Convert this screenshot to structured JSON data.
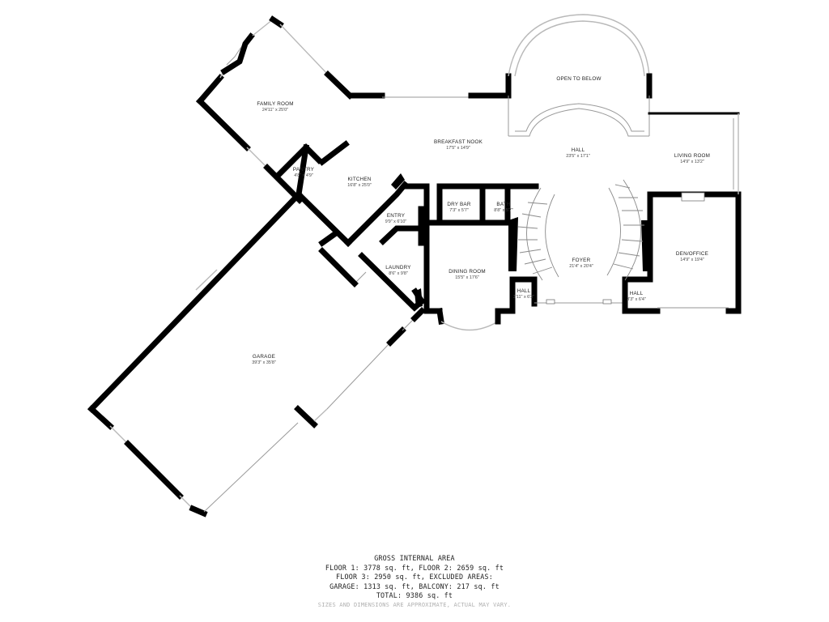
{
  "rooms": {
    "family_room": {
      "name": "FAMILY ROOM",
      "dims": "24'11\" x 25'0\""
    },
    "breakfast_nook": {
      "name": "BREAKFAST NOOK",
      "dims": "17'5\" x 14'9\""
    },
    "open_to_below": {
      "name": "OPEN TO BELOW"
    },
    "hall_upper": {
      "name": "HALL",
      "dims": "23'5\" x 17'1\""
    },
    "living_room": {
      "name": "LIVING ROOM",
      "dims": "14'9\" x 13'2\""
    },
    "pantry": {
      "name": "PANTRY",
      "dims": "4'8\" x 4'9\""
    },
    "kitchen": {
      "name": "KITCHEN",
      "dims": "16'8\" x 25'0\""
    },
    "dry_bar": {
      "name": "DRY BAR",
      "dims": "7'3\" x 5'7\""
    },
    "bath": {
      "name": "BATH",
      "dims": "8'8\" x 5'7\""
    },
    "entry": {
      "name": "ENTRY",
      "dims": "9'9\" x 6'10\""
    },
    "laundry": {
      "name": "LAUNDRY",
      "dims": "8'6\" x 9'8\""
    },
    "dining_room": {
      "name": "DINING ROOM",
      "dims": "15'5\" x 17'6\""
    },
    "foyer": {
      "name": "FOYER",
      "dims": "21'4\" x 20'4\""
    },
    "den_office": {
      "name": "DEN/OFFICE",
      "dims": "14'9\" x 19'4\""
    },
    "hall_left": {
      "name": "HALL",
      "dims": "3'11\" x 6'3\""
    },
    "hall_right": {
      "name": "HALL",
      "dims": "3'3\" x 6'4\""
    },
    "garage": {
      "name": "GARAGE",
      "dims": "39'3\" x 35'8\""
    }
  },
  "summary": {
    "title": "GROSS INTERNAL AREA",
    "line1": "FLOOR 1: 3778 sq. ft, FLOOR 2: 2659 sq. ft",
    "line2": "FLOOR 3: 2950 sq. ft, EXCLUDED AREAS:",
    "line3": "GARAGE: 1313 sq. ft, BALCONY: 217 sq. ft",
    "line4": "TOTAL: 9386 sq. ft",
    "disclaimer": "SIZES AND DIMENSIONS ARE APPROXIMATE, ACTUAL MAY VARY."
  }
}
